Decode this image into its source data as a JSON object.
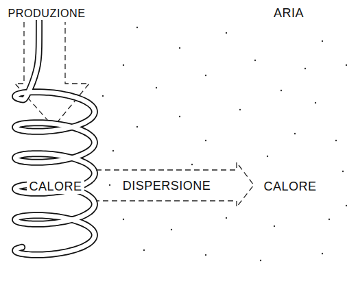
{
  "diagram": {
    "labels": [
      "PRODUZIONE",
      "ARIA",
      "CALORE",
      "DISPERSIONE",
      "CALORE"
    ]
  }
}
